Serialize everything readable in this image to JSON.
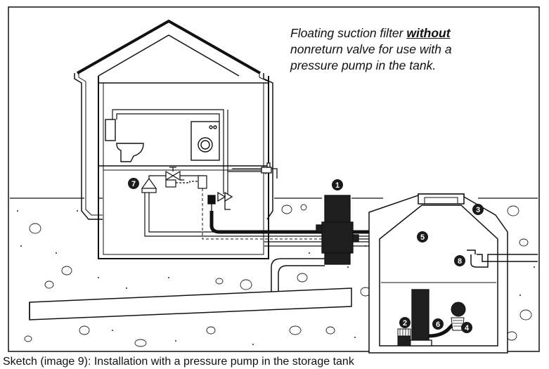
{
  "caption": {
    "line1_before": "Floating suction filter ",
    "line1_emphasis": "without",
    "line2": "nonreturn valve for use with a",
    "line3": "pressure pump in the tank."
  },
  "markers": {
    "m1": "1",
    "m2": "2",
    "m3": "3",
    "m4": "4",
    "m5": "5",
    "m6": "6",
    "m7": "7",
    "m8": "8"
  },
  "footer_text": "Sketch (image 9): Installation with a pressure pump in the storage tank",
  "colors": {
    "line": "#111111",
    "marker": "#1a1a1a",
    "background": "#ffffff"
  }
}
